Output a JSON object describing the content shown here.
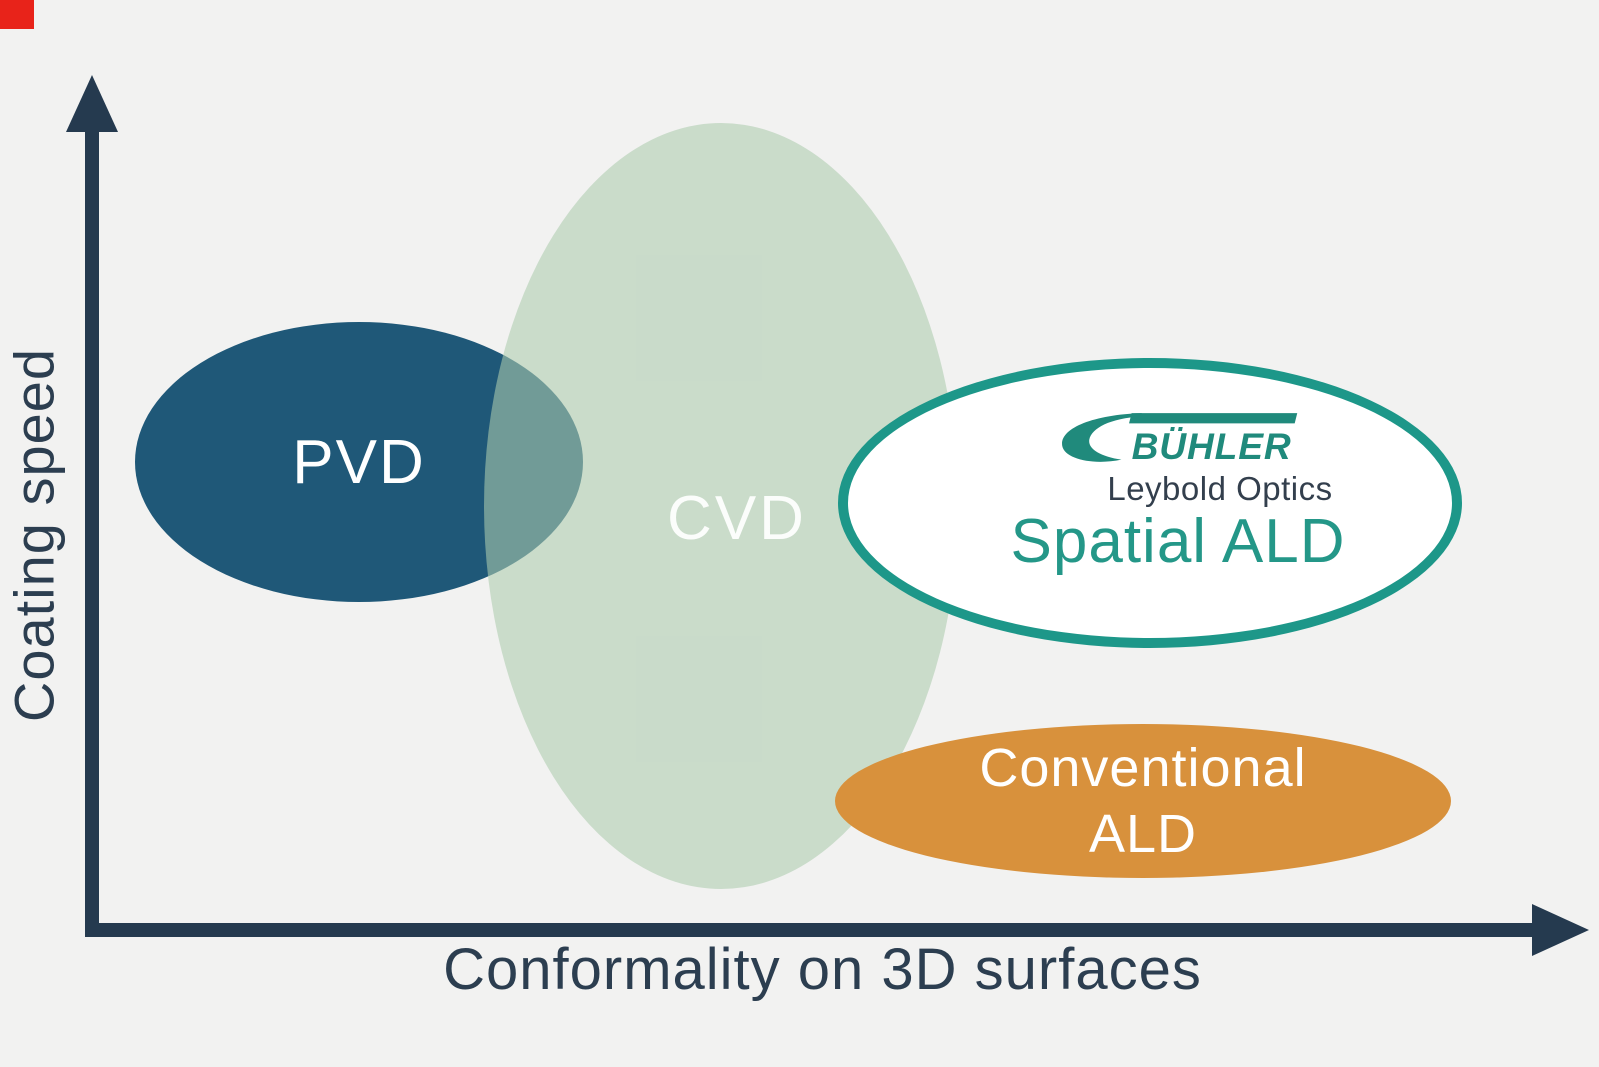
{
  "colors": {
    "background": "#f2f2f1",
    "axis": "#253a4f",
    "label_text": "#2c3e50",
    "pvd_fill": "#1f5878",
    "pvd_text": "#ffffff",
    "cvd_fill": "rgba(172,203,174,0.58)",
    "cvd_text": "rgba(255,255,255,0.92)",
    "spatial_fill": "#ffffff",
    "spatial_border": "#1d9789",
    "spatial_teal": "#249788",
    "buhler_teal": "#208a7c",
    "leybold_text": "#333f4d",
    "conventional_fill": "#d8913c",
    "conventional_text": "#ffffff",
    "indicator_red": "#e8231a"
  },
  "axes": {
    "y_label": "Coating speed",
    "x_label": "Conformality on 3D surfaces"
  },
  "regions": {
    "pvd": {
      "label": "PVD"
    },
    "cvd": {
      "label": "CVD"
    },
    "spatial_ald": {
      "brand": "BÜHLER",
      "brand_sub": "Leybold Optics",
      "label": "Spatial ALD"
    },
    "conventional_ald": {
      "label_line1": "Conventional",
      "label_line2": "ALD"
    }
  }
}
